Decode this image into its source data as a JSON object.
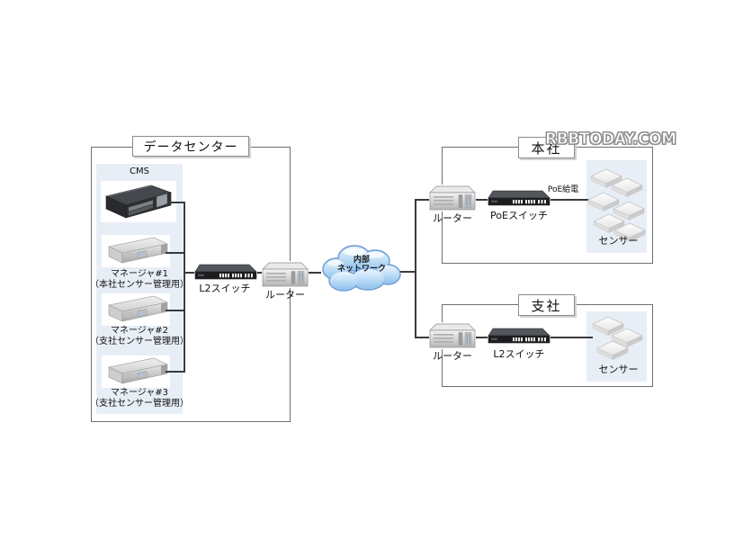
{
  "watermark": "RBBTODAY.COM",
  "diagram": {
    "datacenter": {
      "title": "データセンター",
      "cms_label": "CMS",
      "managers": [
        {
          "name": "マネージャ#1",
          "role": "（本社センサー管理用）"
        },
        {
          "name": "マネージャ#2",
          "role": "（支社センサー管理用）"
        },
        {
          "name": "マネージャ#3",
          "role": "（支社センサー管理用）"
        }
      ],
      "switch_label": "L2スイッチ",
      "router_label": "ルーター"
    },
    "cloud": {
      "line1": "内部",
      "line2": "ネットワーク"
    },
    "headquarters": {
      "title": "本社",
      "router_label": "ルーター",
      "switch_label": "PoEスイッチ",
      "poe_power_label": "PoE給電",
      "sensors_label": "センサー",
      "sensor_count": 6
    },
    "branch": {
      "title": "支社",
      "router_label": "ルーター",
      "switch_label": "L2スイッチ",
      "sensors_label": "センサー",
      "sensor_count": 3
    },
    "colors": {
      "panel_fill": "#e8eef6",
      "box_border": "#6f6f6f",
      "line": "#3a3a3a",
      "cloud_fill_top": "#e6f3fd",
      "cloud_fill_bottom": "#97c6ee",
      "cloud_stroke": "#6b9bd2"
    }
  }
}
